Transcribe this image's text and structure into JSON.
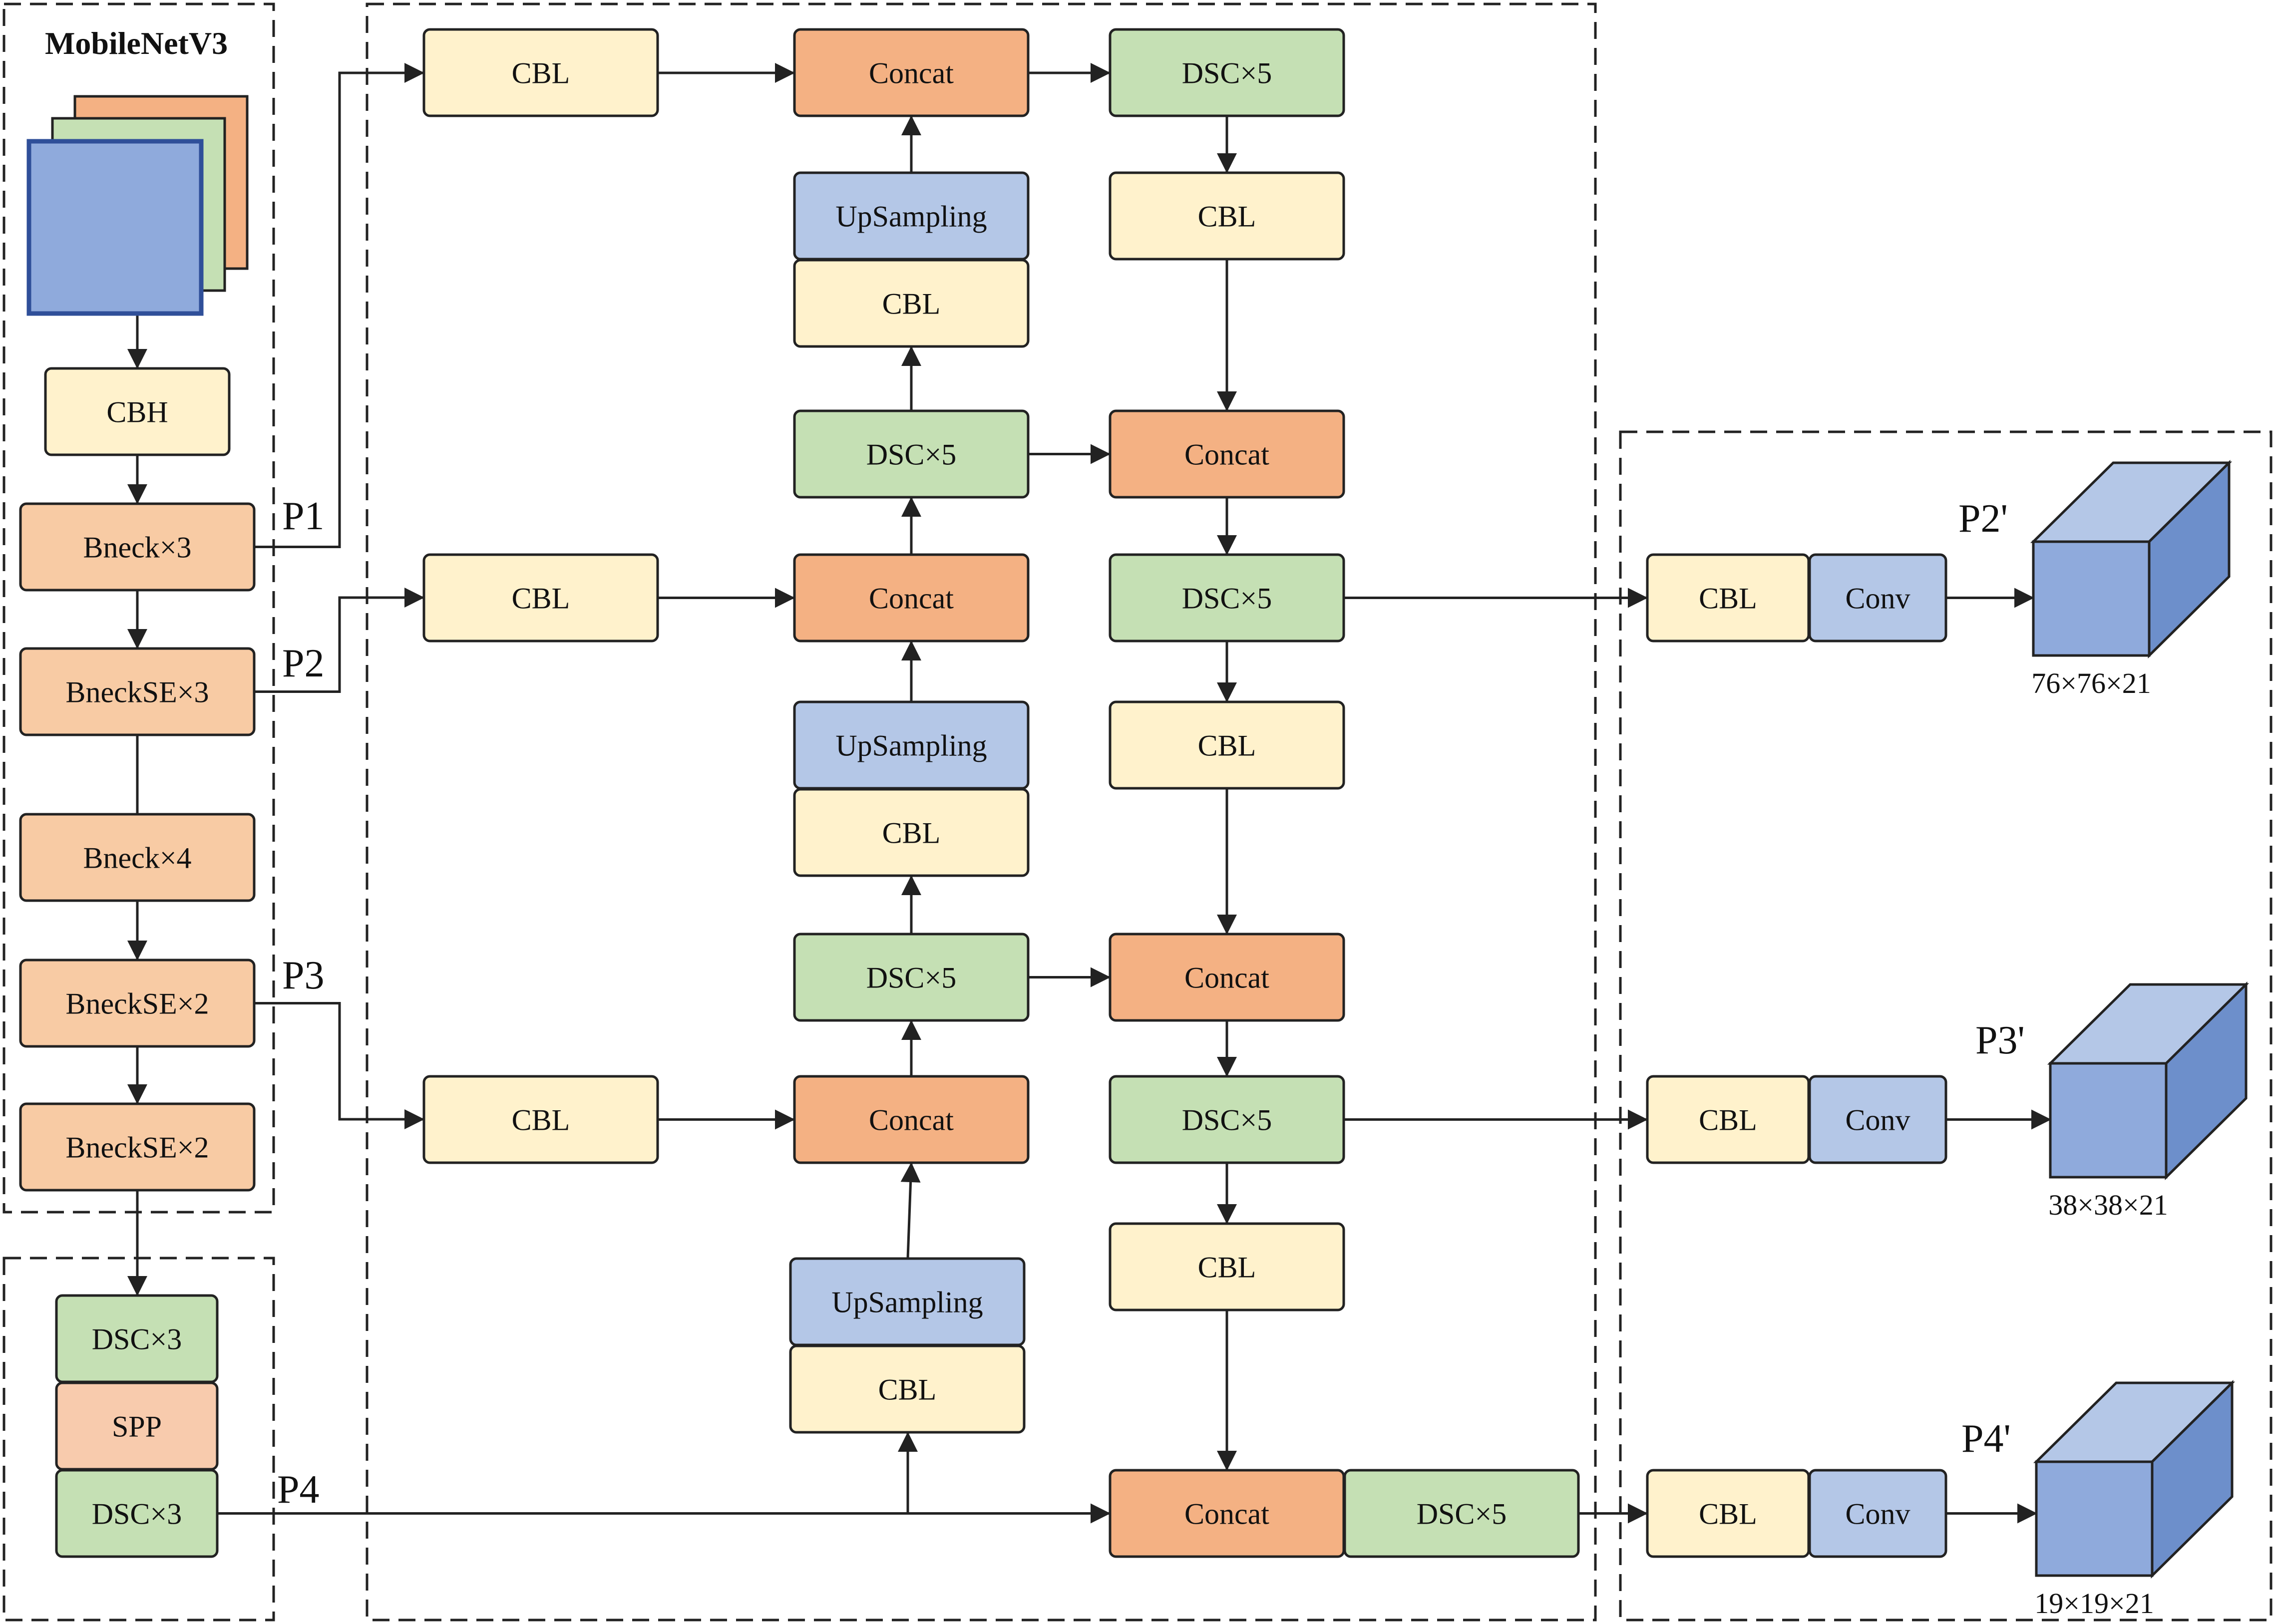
{
  "colors": {
    "cbl": "#fff2cc",
    "dsc": "#c5e0b4",
    "concat": "#f4b183",
    "upsampling": "#b4c7e7",
    "bneck": "#f8cba4",
    "spp": "#f8cbad",
    "conv": "#b4c7e7",
    "cube_front": "#8faadc",
    "cube_top": "#b4c7e7",
    "cube_side": "#6d8fcb",
    "stroke": "#222222"
  },
  "backbone": {
    "title": "MobileNetV3",
    "blocks": [
      {
        "id": "cbh",
        "label": "CBH",
        "type": "cbl"
      },
      {
        "id": "bneck1",
        "label": "Bneck×3",
        "type": "bneck"
      },
      {
        "id": "bneckse1",
        "label": "BneckSE×3",
        "type": "bneck"
      },
      {
        "id": "bneck2",
        "label": "Bneck×4",
        "type": "bneck"
      },
      {
        "id": "bneckse2",
        "label": "BneckSE×2",
        "type": "bneck"
      },
      {
        "id": "bneckse3",
        "label": "BneckSE×2",
        "type": "bneck"
      }
    ]
  },
  "spp_module": {
    "blocks": [
      {
        "id": "spp_dsc1",
        "label": "DSC×3",
        "type": "dsc"
      },
      {
        "id": "spp",
        "label": "SPP",
        "type": "spp"
      },
      {
        "id": "spp_dsc2",
        "label": "DSC×3",
        "type": "dsc"
      }
    ]
  },
  "neck": {
    "blocks": [
      {
        "id": "n_cbl_1",
        "label": "CBL",
        "type": "cbl"
      },
      {
        "id": "n_concat_1",
        "label": "Concat",
        "type": "concat"
      },
      {
        "id": "n_dsc_1",
        "label": "DSC×5",
        "type": "dsc"
      },
      {
        "id": "n_up_1",
        "label": "UpSampling",
        "type": "upsampling"
      },
      {
        "id": "n_cbl_up1",
        "label": "CBL",
        "type": "cbl"
      },
      {
        "id": "n_cbl_r1",
        "label": "CBL",
        "type": "cbl"
      },
      {
        "id": "n_dsc_2",
        "label": "DSC×5",
        "type": "dsc"
      },
      {
        "id": "n_concat_r2",
        "label": "Concat",
        "type": "concat"
      },
      {
        "id": "n_cbl_2",
        "label": "CBL",
        "type": "cbl"
      },
      {
        "id": "n_concat_2",
        "label": "Concat",
        "type": "concat"
      },
      {
        "id": "n_dsc_r2",
        "label": "DSC×5",
        "type": "dsc"
      },
      {
        "id": "n_up_2",
        "label": "UpSampling",
        "type": "upsampling"
      },
      {
        "id": "n_cbl_r2",
        "label": "CBL",
        "type": "cbl"
      },
      {
        "id": "n_cbl_up2",
        "label": "CBL",
        "type": "cbl"
      },
      {
        "id": "n_dsc_3",
        "label": "DSC×5",
        "type": "dsc"
      },
      {
        "id": "n_concat_r3",
        "label": "Concat",
        "type": "concat"
      },
      {
        "id": "n_cbl_3",
        "label": "CBL",
        "type": "cbl"
      },
      {
        "id": "n_concat_3",
        "label": "Concat",
        "type": "concat"
      },
      {
        "id": "n_dsc_r3",
        "label": "DSC×5",
        "type": "dsc"
      },
      {
        "id": "n_cbl_r3",
        "label": "CBL",
        "type": "cbl"
      },
      {
        "id": "n_up_3",
        "label": "UpSampling",
        "type": "upsampling"
      },
      {
        "id": "n_cbl_up3",
        "label": "CBL",
        "type": "cbl"
      },
      {
        "id": "n_concat_4",
        "label": "Concat",
        "type": "concat"
      },
      {
        "id": "n_dsc_4",
        "label": "DSC×5",
        "type": "dsc"
      }
    ]
  },
  "heads": {
    "blocks": [
      {
        "id": "h_cbl_1",
        "label": "CBL",
        "type": "cbl"
      },
      {
        "id": "h_conv_1",
        "label": "Conv",
        "type": "conv"
      },
      {
        "id": "h_cbl_2",
        "label": "CBL",
        "type": "cbl"
      },
      {
        "id": "h_conv_2",
        "label": "Conv",
        "type": "conv"
      },
      {
        "id": "h_cbl_3",
        "label": "CBL",
        "type": "cbl"
      },
      {
        "id": "h_conv_3",
        "label": "Conv",
        "type": "conv"
      }
    ],
    "outputs": [
      {
        "id": "out_1",
        "label": "P2'",
        "dims": "76×76×21"
      },
      {
        "id": "out_2",
        "label": "P3'",
        "dims": "38×38×21"
      },
      {
        "id": "out_3",
        "label": "P4'",
        "dims": "19×19×21"
      }
    ]
  },
  "feature_labels": [
    {
      "id": "p1",
      "label": "P1"
    },
    {
      "id": "p2",
      "label": "P2"
    },
    {
      "id": "p3",
      "label": "P3"
    },
    {
      "id": "p4",
      "label": "P4"
    }
  ]
}
